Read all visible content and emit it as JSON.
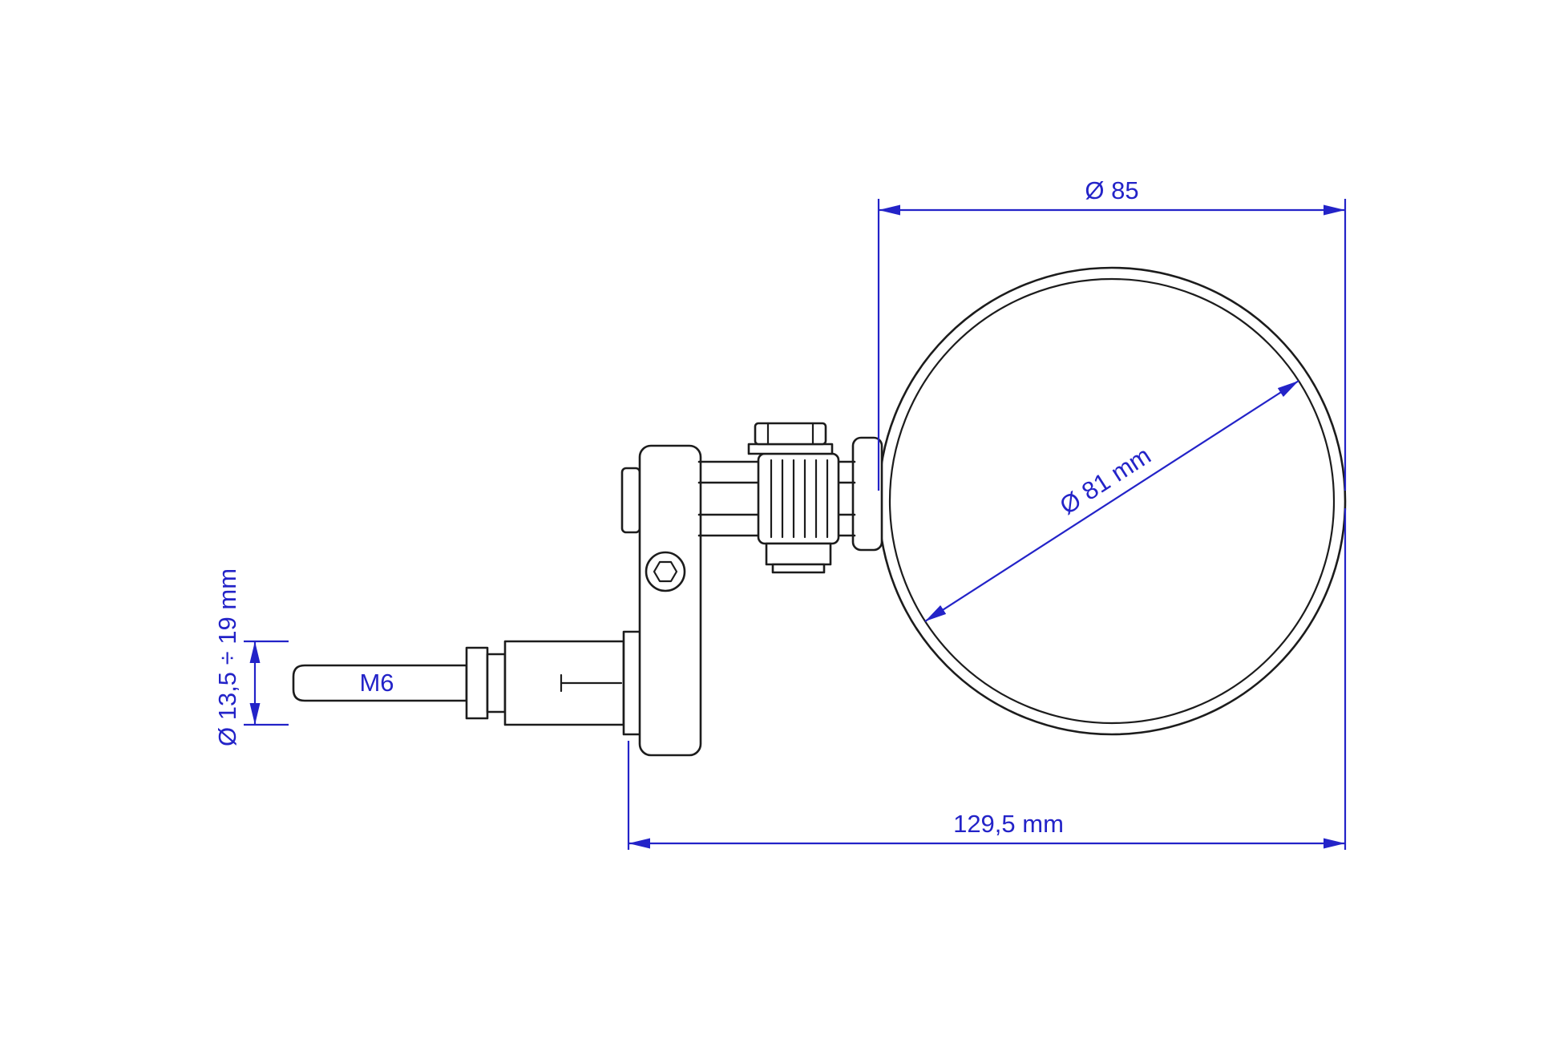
{
  "drawing": {
    "dimensions": {
      "top_diameter": {
        "label": "Ø 85"
      },
      "mirror_glass_diameter": {
        "label": "Ø 81 mm"
      },
      "overall_length": {
        "label": "129,5 mm"
      },
      "mount_diameter_range": {
        "label": "Ø 13,5 ÷ 19 mm"
      },
      "thread": {
        "label": "M6"
      }
    },
    "colors": {
      "dimension": "#2323c8",
      "outline": "#1c1c1c",
      "background": "#ffffff"
    }
  }
}
